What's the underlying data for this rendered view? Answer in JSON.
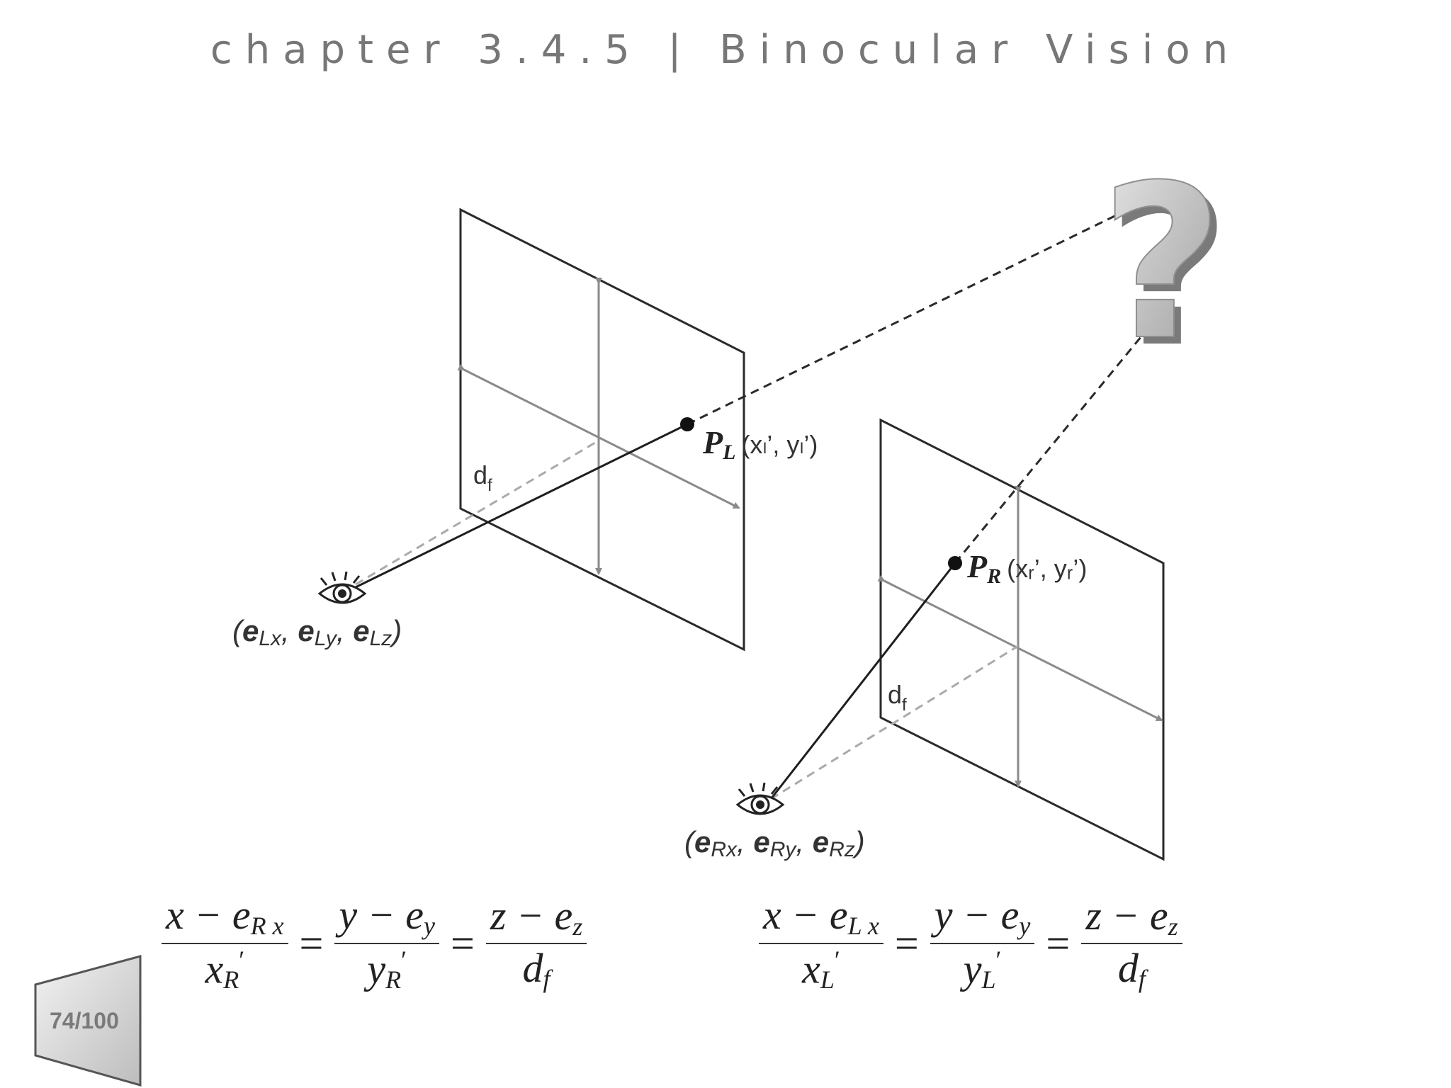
{
  "slide": {
    "title": "chapter 3.4.5 | Binocular Vision",
    "page": "74/100"
  },
  "diagram": {
    "left_point": {
      "name": "P",
      "sub": "L",
      "coords": "(xₗ’, yₗ’)"
    },
    "right_point": {
      "name": "P",
      "sub": "R",
      "coords": "(xᵣ’, yᵣ’)"
    },
    "left_eye": {
      "open": "(",
      "e1": "e",
      "s1": "Lx",
      "e2": "e",
      "s2": "Ly",
      "e3": "e",
      "s3": "Lz",
      "close": ")"
    },
    "right_eye": {
      "open": "(",
      "e1": "e",
      "s1": "Rx",
      "e2": "e",
      "s2": "Ry",
      "e3": "e",
      "s3": "Rz",
      "close": ")"
    },
    "focal_label": "d",
    "focal_sub": "f",
    "unknown_symbol": "?"
  },
  "equations": {
    "right": {
      "n1": "x − e",
      "n1s": "R x",
      "d1": "x",
      "d1s": "R",
      "d1p": "′",
      "n2": "y − e",
      "n2s": "y",
      "d2": "y",
      "d2s": "R",
      "d2p": "′",
      "n3": "z − e",
      "n3s": "z",
      "d3": "d",
      "d3s": "f",
      "eq": "="
    },
    "left": {
      "n1": "x − e",
      "n1s": "L x",
      "d1": "x",
      "d1s": "L",
      "d1p": "′",
      "n2": "y − e",
      "n2s": "y",
      "d2": "y",
      "d2s": "L",
      "d2p": "′",
      "n3": "z − e",
      "n3s": "z",
      "d3": "d",
      "d3s": "f",
      "eq": "="
    }
  },
  "colors": {
    "frame": "#2a2a2a",
    "axis": "#8a8a8a",
    "question": "#b5b5b5"
  }
}
